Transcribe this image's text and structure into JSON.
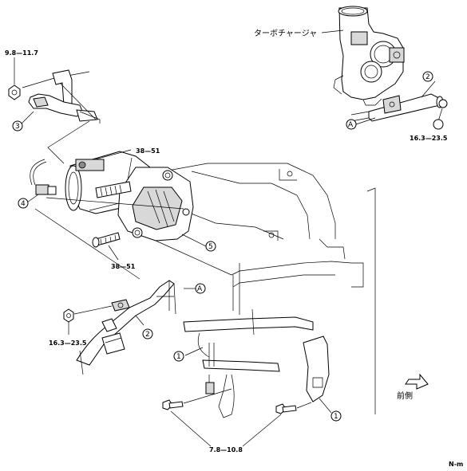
{
  "labels": {
    "turbocharger": "ターボチャージャ",
    "front_side": "前側",
    "corner_code": "N-m"
  },
  "torques": {
    "bracket_nut": "9.8—11.7",
    "starter_upper_bolt": "38—51",
    "starter_lower_bolt": "38—51",
    "pipe_nut_right": "16.3—23.5",
    "pipe_nut_left": "16.3—23.5",
    "ground_bolts": "7.8—10.8"
  },
  "callouts": {
    "c1a": "1",
    "c1b": "1",
    "c2a": "2",
    "c2b": "2",
    "c3": "3",
    "c4": "4",
    "c5": "5",
    "ref_a_top": "A",
    "ref_a_mid": "A"
  }
}
